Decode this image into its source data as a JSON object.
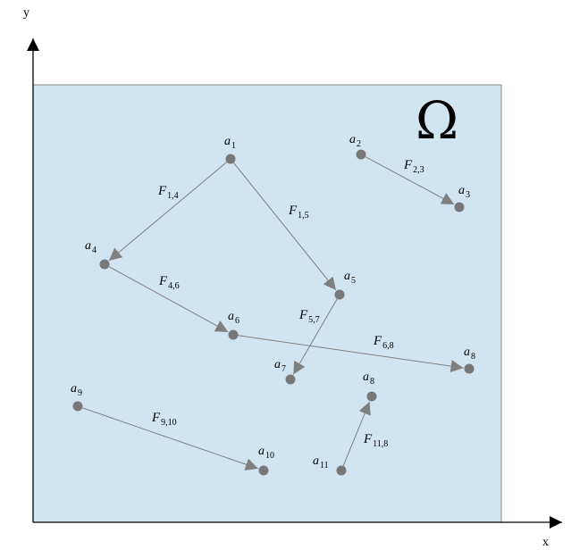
{
  "axes": {
    "x_label": "x",
    "y_label": "y"
  },
  "domain_symbol": "Ω",
  "colors": {
    "region_fill": "#d0e4f2",
    "node": "#777777",
    "edge": "#7f7f7f"
  },
  "nodes": [
    {
      "id": "a1",
      "base": "a",
      "sub": "1"
    },
    {
      "id": "a2",
      "base": "a",
      "sub": "2"
    },
    {
      "id": "a3",
      "base": "a",
      "sub": "3"
    },
    {
      "id": "a4",
      "base": "a",
      "sub": "4"
    },
    {
      "id": "a5",
      "base": "a",
      "sub": "5"
    },
    {
      "id": "a6",
      "base": "a",
      "sub": "6"
    },
    {
      "id": "a7",
      "base": "a",
      "sub": "7"
    },
    {
      "id": "a8",
      "base": "a",
      "sub": "8"
    },
    {
      "id": "a8b",
      "base": "a",
      "sub": "8"
    },
    {
      "id": "a9",
      "base": "a",
      "sub": "9"
    },
    {
      "id": "a10",
      "base": "a",
      "sub": "10"
    },
    {
      "id": "a11",
      "base": "a",
      "sub": "11"
    }
  ],
  "edges": [
    {
      "from": "a1",
      "to": "a4",
      "base": "F",
      "sub": "1,4"
    },
    {
      "from": "a1",
      "to": "a5",
      "base": "F",
      "sub": "1,5"
    },
    {
      "from": "a2",
      "to": "a3",
      "base": "F",
      "sub": "2,3"
    },
    {
      "from": "a4",
      "to": "a6",
      "base": "F",
      "sub": "4,6"
    },
    {
      "from": "a5",
      "to": "a7",
      "base": "F",
      "sub": "5,7"
    },
    {
      "from": "a6",
      "to": "a8",
      "base": "F",
      "sub": "6,8"
    },
    {
      "from": "a9",
      "to": "a10",
      "base": "F",
      "sub": "9,10"
    },
    {
      "from": "a11",
      "to": "a8b",
      "base": "F",
      "sub": "11,8"
    }
  ]
}
